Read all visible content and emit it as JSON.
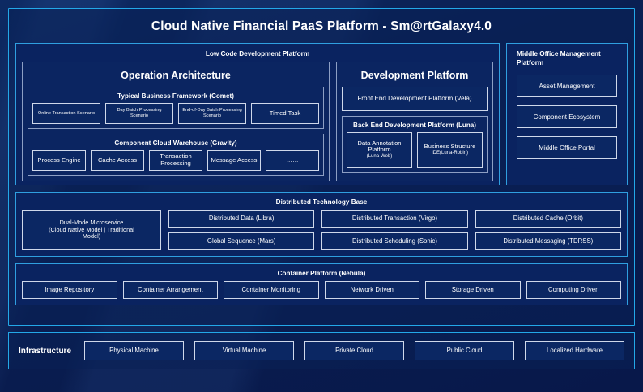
{
  "colors": {
    "page_background": "#0a1f52",
    "panel_border": "#23a8e8",
    "band_border": "#2f9fe0",
    "sub_border": "#8d9fc4",
    "leaf_border": "#cfd8ea",
    "leaf_fill": "#0b2763",
    "text": "#ffffff"
  },
  "main": {
    "title": "Cloud Native Financial PaaS Platform - Sm@rtGalaxy4.0",
    "low_code": {
      "title": "Low Code Development Platform",
      "operation_architecture": {
        "title": "Operation Architecture",
        "groups": [
          {
            "title": "Typical Business Framework (Comet)",
            "items": [
              "Online Transaction Scenario",
              "Day Batch Processing Scenario",
              "End-of-Day Batch Processing Scenario",
              "Timed Task"
            ]
          },
          {
            "title": "Component Cloud Warehouse (Gravity)",
            "items": [
              "Process Engine",
              "Cache Access",
              "Transaction Processing",
              "Message Access",
              "……"
            ]
          }
        ]
      },
      "development_platform": {
        "title": "Development Platform",
        "front_end": "Front End Development Platform (Vela)",
        "back_end": {
          "title": "Back End Development Platform (Luna)",
          "items": [
            {
              "name": "Data Annotation Platform",
              "note": "(Luna-Web)"
            },
            {
              "name": "Business Structure",
              "note": "IDE(Luna-Robin)"
            }
          ]
        }
      }
    },
    "middle_office": {
      "title": "Middle Office Management Platform",
      "items": [
        "Asset Management",
        "Component Ecosystem",
        "Middle Office Portal"
      ]
    },
    "distributed_technology_base": {
      "title": "Distributed Technology Base",
      "highlight": "Dual-Mode Microservice (Cloud Native Model | Traditional Model)",
      "highlight_line1": "Dual-Mode Microservice",
      "highlight_line2": "(Cloud Native Model | Traditional",
      "highlight_line3": "Model)",
      "items": [
        "Distributed Data (Libra)",
        "Distributed Transaction (Virgo)",
        "Distributed Cache (Orbit)",
        "Global Sequence (Mars)",
        "Distributed Scheduling (Sonic)",
        "Distributed Messaging (TDRSS)"
      ]
    },
    "container_platform": {
      "title": "Container Platform (Nebula)",
      "items": [
        "Image Repository",
        "Container Arrangement",
        "Container Monitoring",
        "Network Driven",
        "Storage Driven",
        "Computing Driven"
      ]
    }
  },
  "infrastructure": {
    "label": "Infrastructure",
    "items": [
      "Physical Machine",
      "Virtual Machine",
      "Private Cloud",
      "Public Cloud",
      "Localized Hardware"
    ]
  }
}
